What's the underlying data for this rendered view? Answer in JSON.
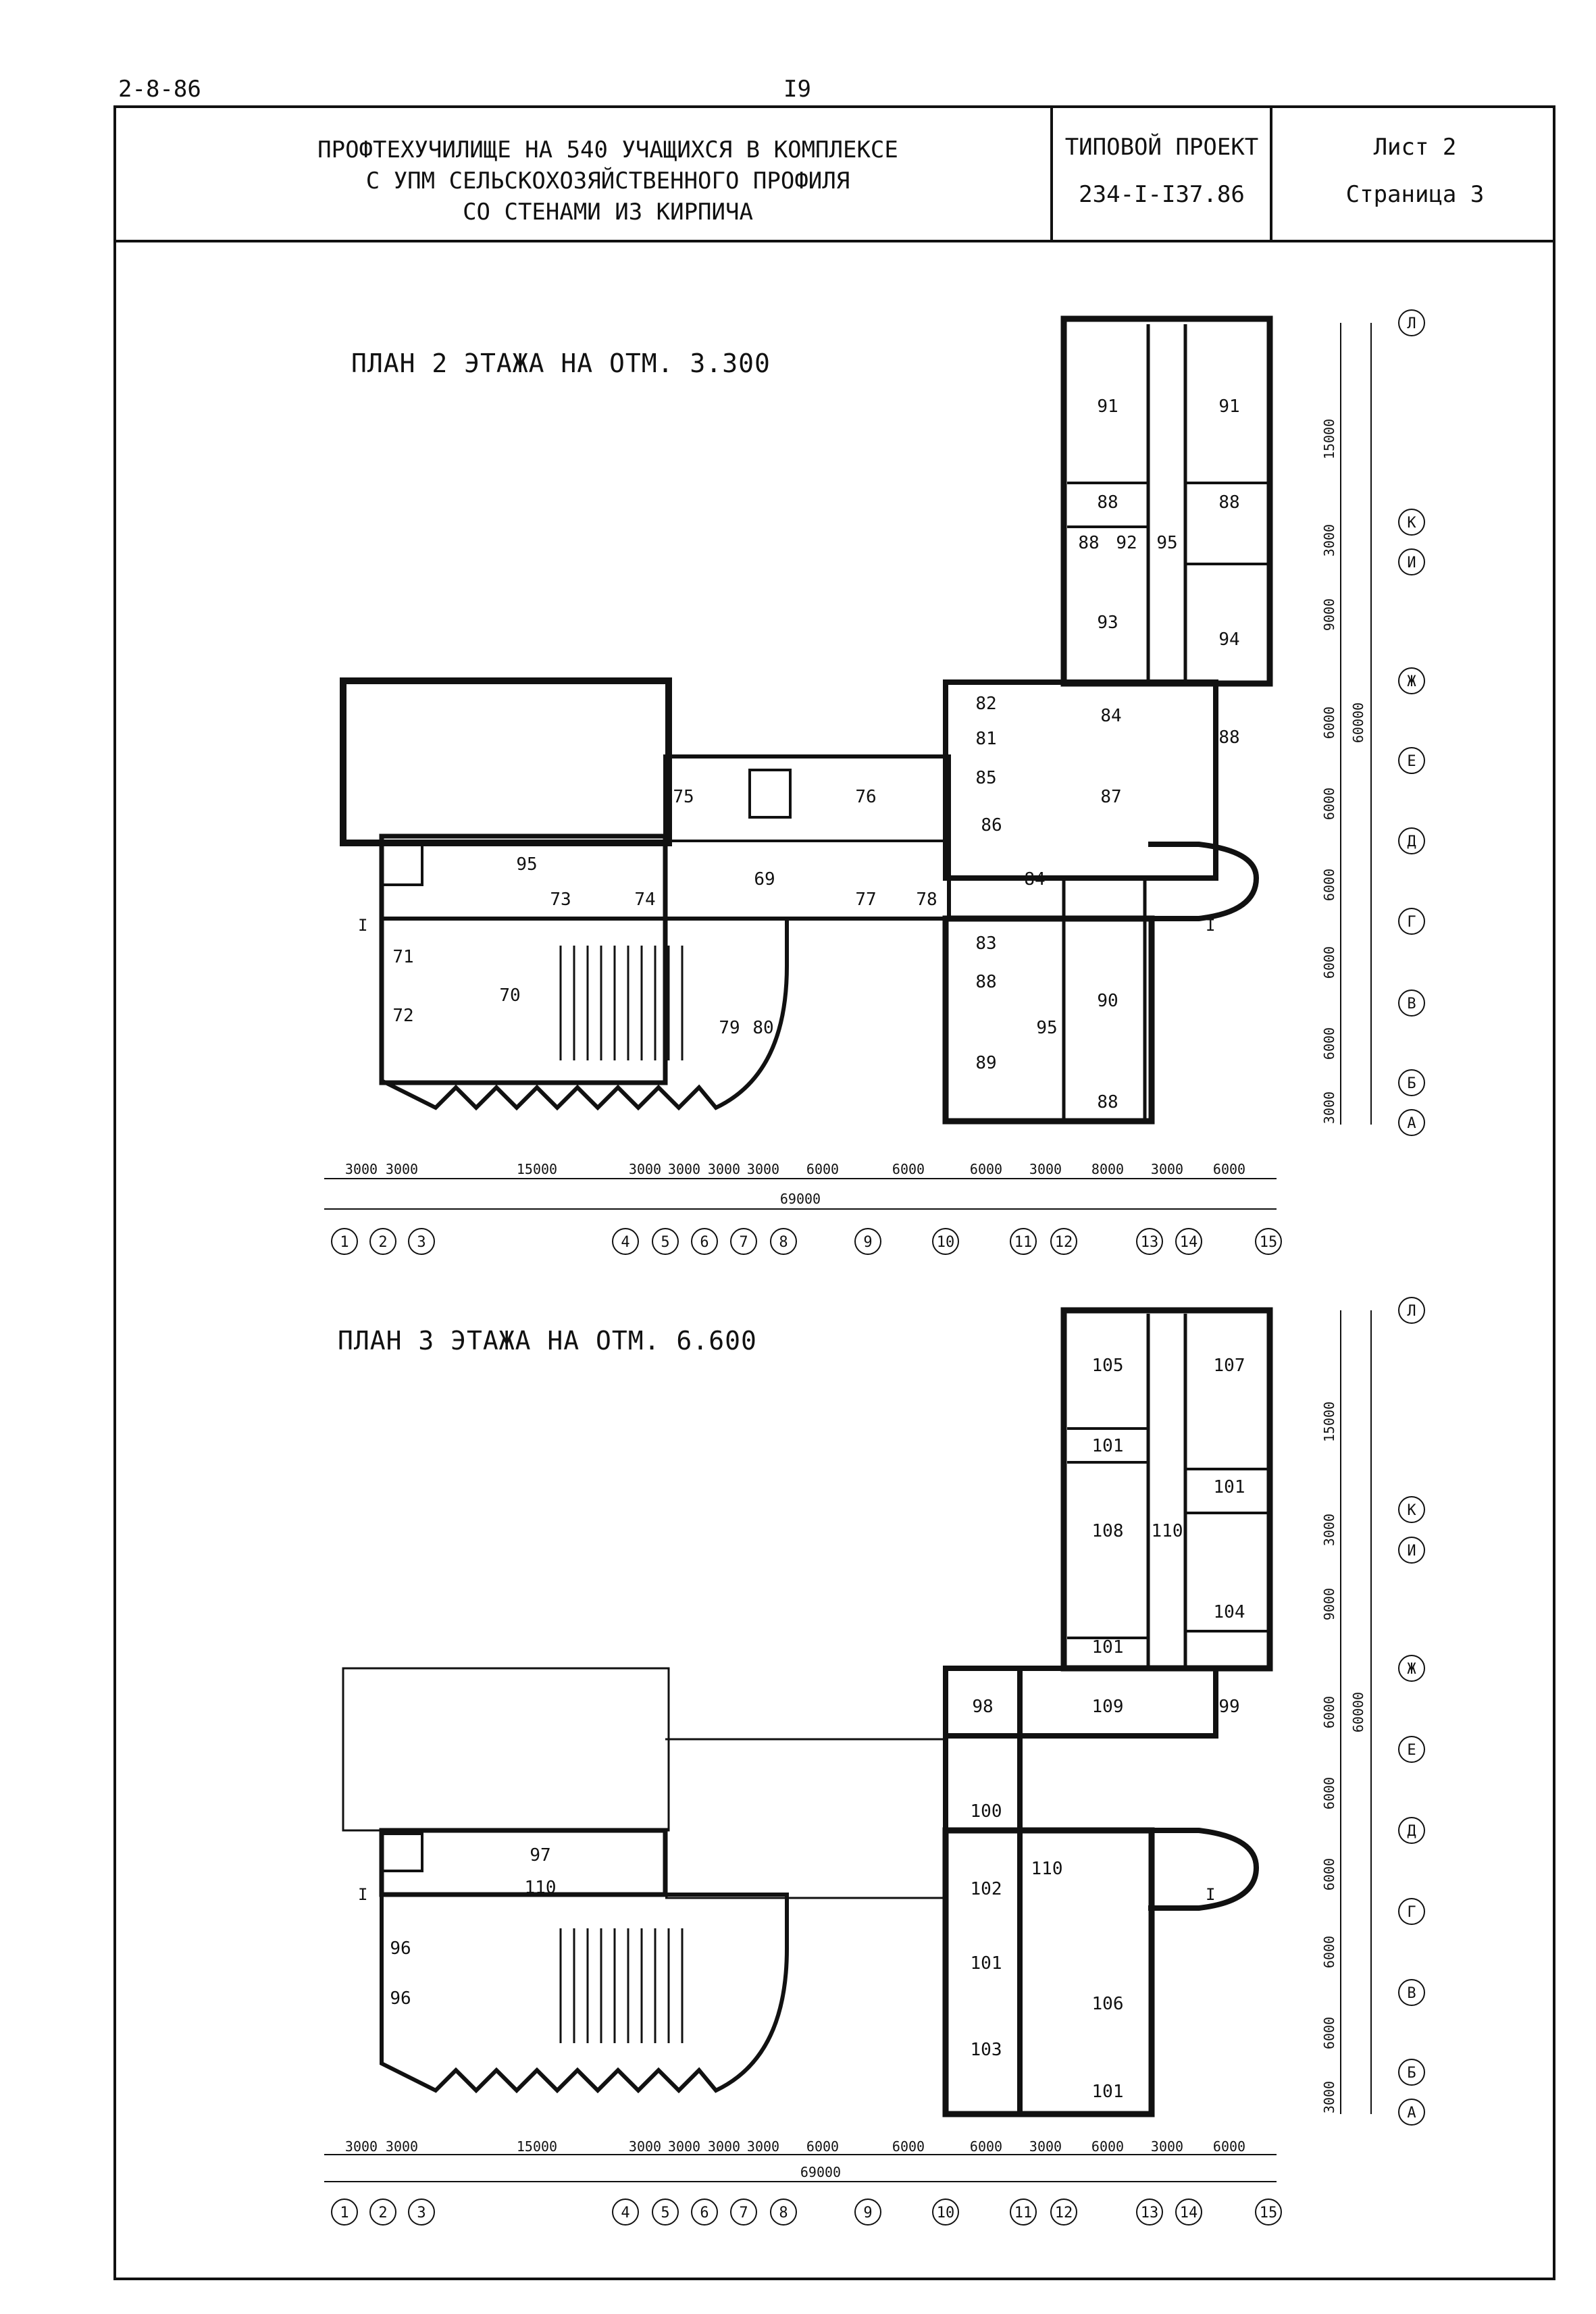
{
  "doc_code": "2-8-86",
  "page_number": "I9",
  "header": {
    "title_lines": [
      "ПРОФТЕХУЧИЛИЩЕ НА 540 УЧАЩИХСЯ В КОМПЛЕКСЕ",
      "С УПМ СЕЛЬСКОХОЗЯЙСТВЕННОГО ПРОФИЛЯ",
      "СО СТЕНАМИ ИЗ КИРПИЧА"
    ],
    "project_label": "ТИПОВОЙ ПРОЕКТ",
    "project_number": "234-I-I37.86",
    "sheet": "Лист 2",
    "page": "Страница 3"
  },
  "plans": [
    {
      "title": "ПЛАН 2 ЭТАЖА НА ОТМ. 3.300",
      "section_mark": "I",
      "rooms": [
        "91",
        "91",
        "88",
        "88",
        "88",
        "92",
        "95",
        "93",
        "94",
        "82",
        "84",
        "88",
        "81",
        "75",
        "76",
        "85",
        "86",
        "87",
        "95",
        "73",
        "74",
        "69",
        "77",
        "78",
        "84",
        "71",
        "70",
        "83",
        "88",
        "72",
        "79",
        "80",
        "90",
        "89",
        "95",
        "88"
      ],
      "dims": [
        "3000",
        "3000",
        "15000",
        "3000",
        "3000",
        "3000",
        "3000",
        "6000",
        "6000",
        "6000",
        "3000",
        "8000",
        "3000",
        "6000"
      ],
      "total": "69000",
      "right_dims": [
        "15000",
        "3000",
        "9000",
        "6000",
        "6000",
        "6000",
        "6000",
        "6000",
        "3000"
      ],
      "right_total": "60000",
      "axes_bottom": [
        "1",
        "2",
        "3",
        "4",
        "5",
        "6",
        "7",
        "8",
        "9",
        "10",
        "11",
        "12",
        "13",
        "14",
        "15"
      ],
      "axes_right": [
        "Л",
        "К",
        "И",
        "Ж",
        "Е",
        "Д",
        "Г",
        "В",
        "Б",
        "А"
      ]
    },
    {
      "title": "ПЛАН 3 ЭТАЖА НА ОТМ. 6.600",
      "section_mark": "I",
      "rooms": [
        "105",
        "107",
        "101",
        "101",
        "108",
        "110",
        "104",
        "101",
        "98",
        "109",
        "99",
        "100",
        "97",
        "110",
        "110",
        "102",
        "101",
        "96",
        "96",
        "106",
        "103",
        "101"
      ],
      "dims": [
        "3000",
        "3000",
        "15000",
        "3000",
        "3000",
        "3000",
        "3000",
        "6000",
        "6000",
        "6000",
        "3000",
        "6000",
        "3000",
        "6000"
      ],
      "total": "69000",
      "right_dims": [
        "15000",
        "3000",
        "9000",
        "6000",
        "6000",
        "6000",
        "6000",
        "6000",
        "3000"
      ],
      "right_total": "60000",
      "axes_bottom": [
        "1",
        "2",
        "3",
        "4",
        "5",
        "6",
        "7",
        "8",
        "9",
        "10",
        "11",
        "12",
        "13",
        "14",
        "15"
      ],
      "axes_right": [
        "Л",
        "К",
        "И",
        "Ж",
        "Е",
        "Д",
        "Г",
        "В",
        "Б",
        "А"
      ]
    }
  ]
}
